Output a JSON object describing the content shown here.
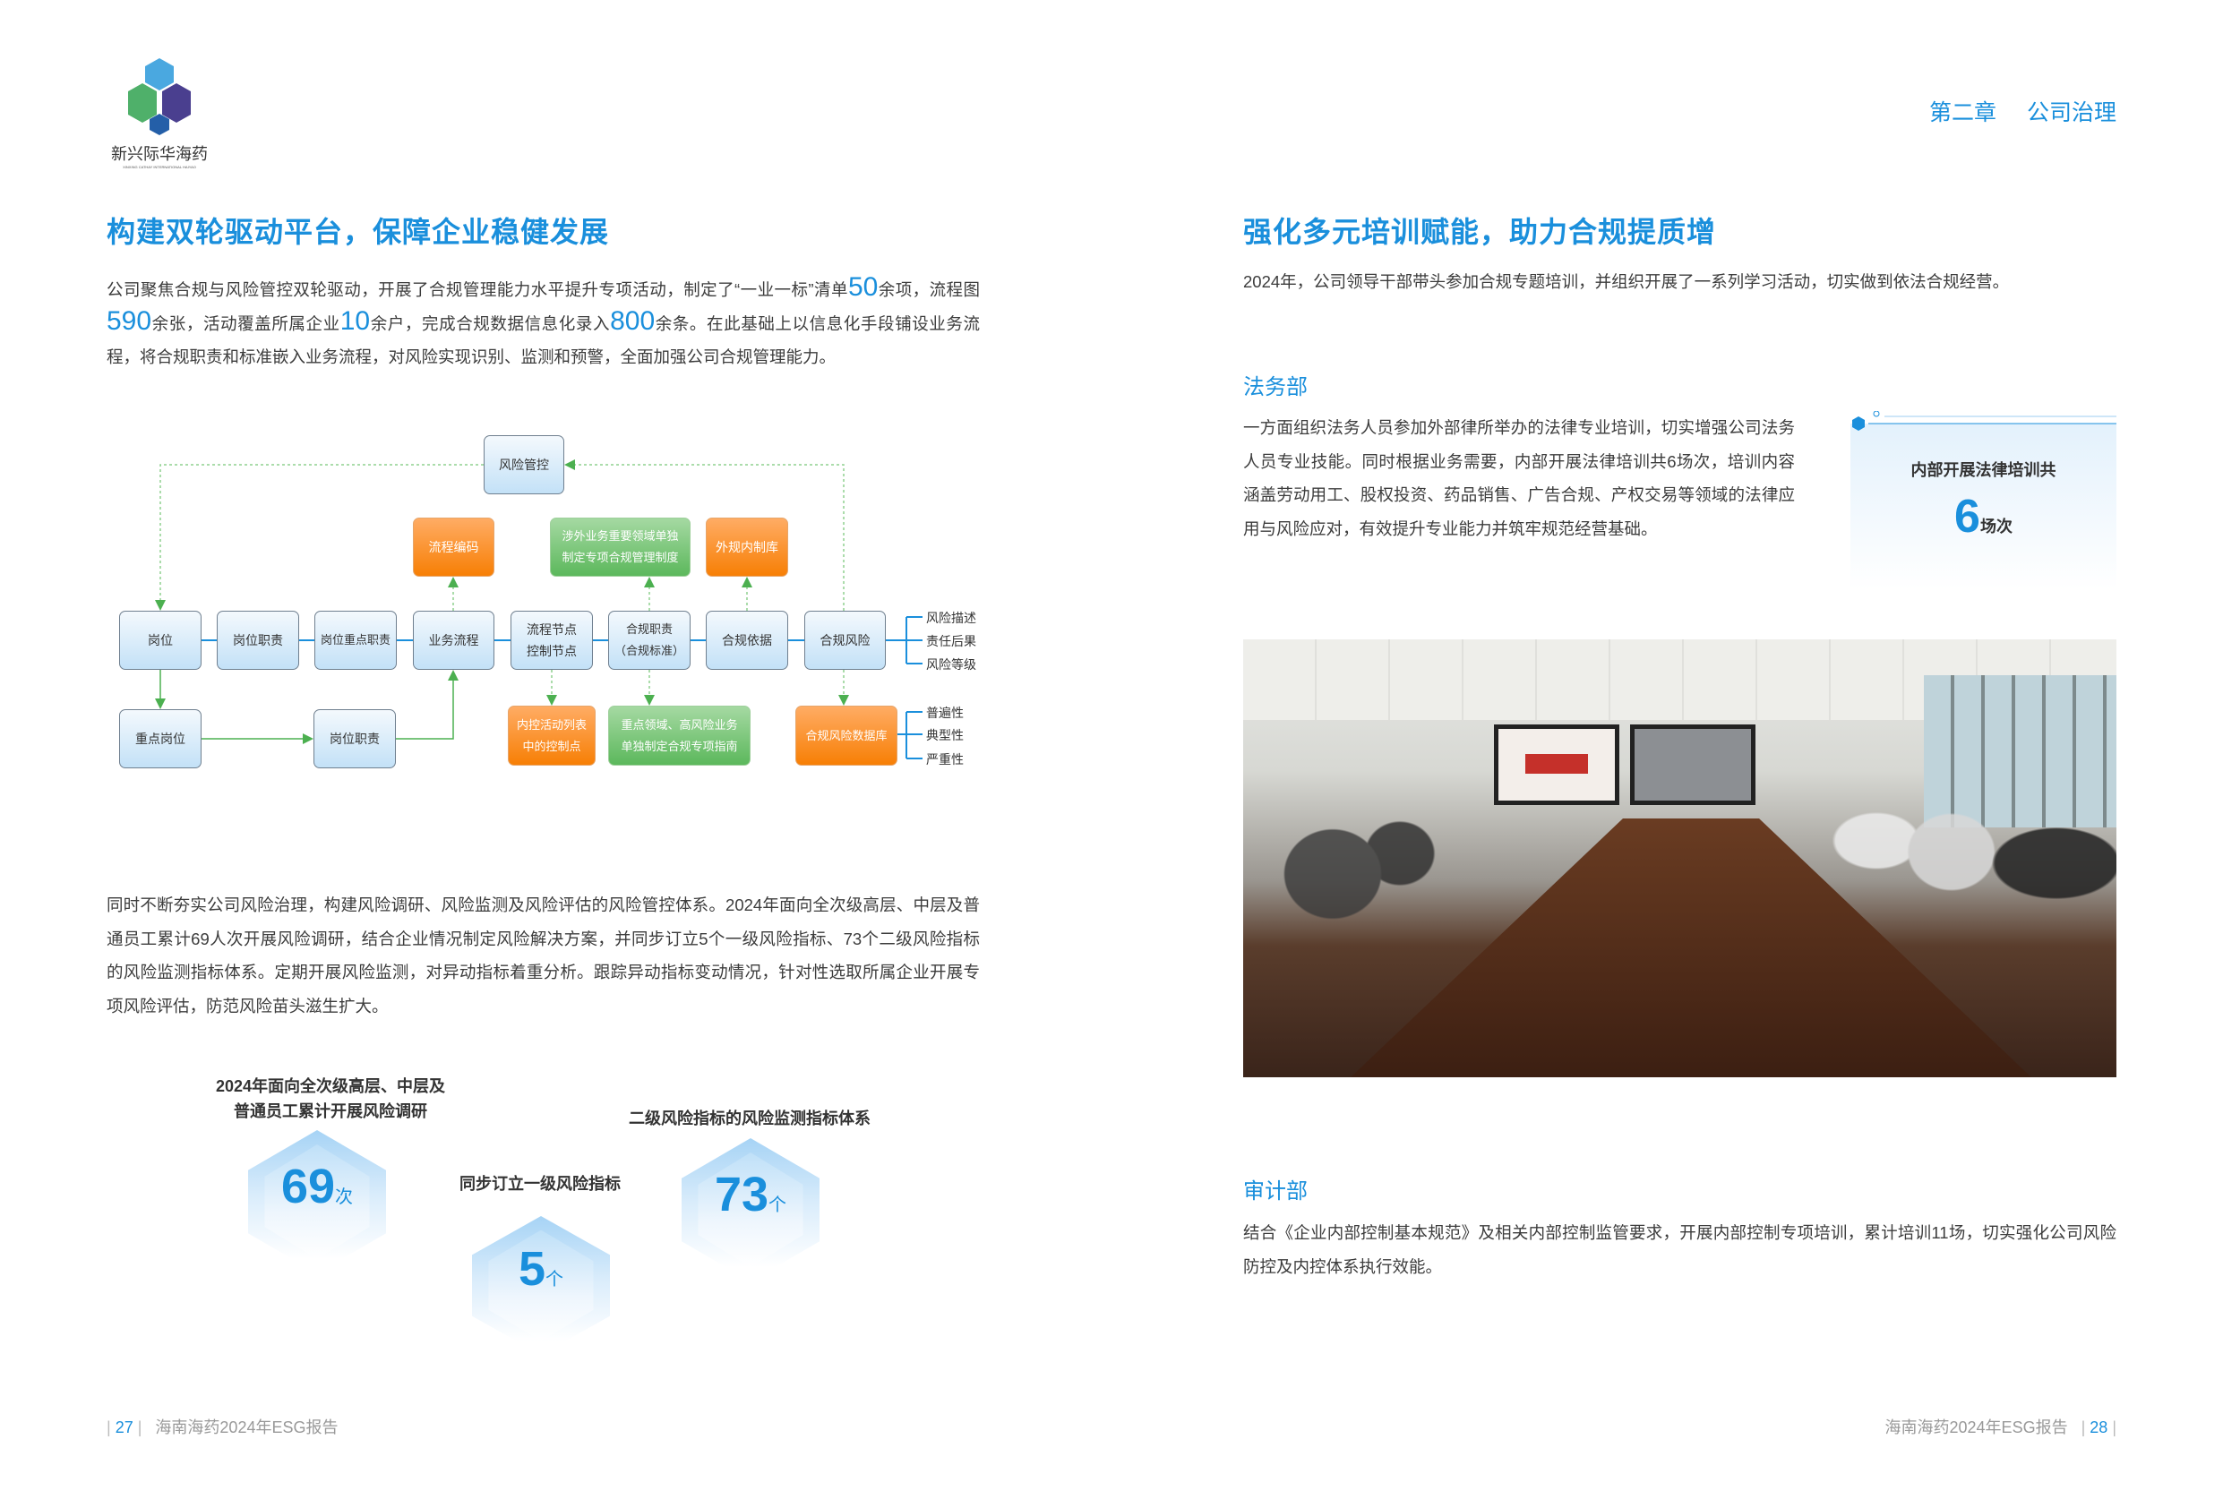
{
  "logo": {
    "name": "新兴际华海药",
    "subtitle": "XINXING CATHAY INTERNATIONAL HAIYAO"
  },
  "header": {
    "chapter": "第二章",
    "section": "公司治理"
  },
  "left": {
    "title": "构建双轮驱动平台，保障企业稳健发展",
    "para1": [
      "公司聚焦合规与风险管控双轮驱动，开展了合规管理能力水平提升专项活动，制定了“一业一标”清单",
      "50",
      "余项，流程图",
      "590",
      "余张，活动覆盖所属企业",
      "10",
      "余户，完成合规数据信息化录入",
      "800",
      "余条。在此基础上以信息化手段铺设业务流程，将合规职责和标准嵌入业务流程，对风险实现识别、监测和预警，全面加强公司合规管理能力。"
    ],
    "diagram": {
      "top": "风险管控",
      "main": [
        "岗位",
        "岗位职责",
        "岗位重点职责",
        "业务流程",
        "流程节点\n控制节点",
        "合规职责\n（合规标准）",
        "合规依据",
        "合规风险"
      ],
      "upper": [
        "流程编码",
        "涉外业务重要领域单独\n制定专项合规管理制度",
        "外规内制库"
      ],
      "lower": [
        "重点岗位",
        "岗位职责",
        "内控活动列表\n中的控制点",
        "重点领域、高风险业务\n单独制定合规专项指南",
        "合规风险数据库"
      ],
      "risk_attrs": [
        "风险描述",
        "责任后果",
        "风险等级"
      ],
      "db_attrs": [
        "普遍性",
        "典型性",
        "严重性"
      ]
    },
    "para2": "同时不断夯实公司风险治理，构建风险调研、风险监测及风险评估的风险管控体系。2024年面向全次级高层、中层及普通员工累计69人次开展风险调研，结合企业情况制定风险解决方案，并同步订立5个一级风险指标、73个二级风险指标的风险监测指标体系。定期开展风险监测，对异动指标着重分析。跟踪异动指标变动情况，针对性选取所属企业开展专项风险评估，防范风险苗头滋生扩大。",
    "stats": [
      {
        "caption": "2024年面向全次级高层、中层及\n普通员工累计开展风险调研",
        "value": "69",
        "unit": "次"
      },
      {
        "caption": "同步订立一级风险指标",
        "value": "5",
        "unit": "个"
      },
      {
        "caption": "二级风险指标的风险监测指标体系",
        "value": "73",
        "unit": "个"
      }
    ],
    "footer": {
      "page": "27",
      "text": "海南海药2024年ESG报告"
    }
  },
  "right": {
    "title": "强化多元培训赋能，助力合规提质增",
    "intro": "2024年，公司领导干部带头参加合规专题培训，并组织开展了一系列学习活动，切实做到依法合规经营。",
    "legal": {
      "heading": "法务部",
      "text": "一方面组织法务人员参加外部律所举办的法律专业培训，切实增强公司法务人员专业技能。同时根据业务需要，内部开展法律培训共6场次，培训内容涵盖劳动用工、股权投资、药品销售、广告合规、产权交易等领域的法律应用与风险应对，有效提升专业能力并筑牢规范经营基础。",
      "card": {
        "label": "内部开展法律培训共",
        "value": "6",
        "unit": "场次"
      }
    },
    "audit": {
      "heading": "审计部",
      "text": "结合《企业内部控制基本规范》及相关内部控制监管要求，开展内部控制专项培训，累计培训11场，切实强化公司风险防控及内控体系执行效能。"
    },
    "footer": {
      "text": "海南海药2024年ESG报告",
      "page": "28"
    }
  },
  "colors": {
    "accent": "#1a8fdc",
    "orange": "#f77f05",
    "green": "#5cb85c"
  }
}
